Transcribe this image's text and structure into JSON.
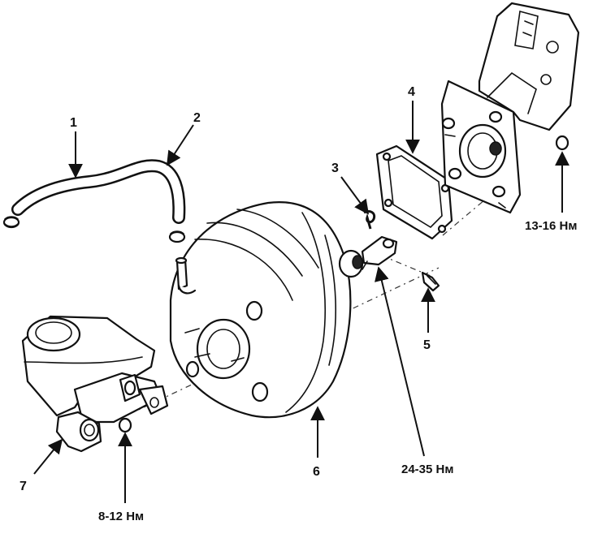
{
  "callouts": {
    "c1": "1",
    "c2": "2",
    "c3": "3",
    "c4": "4",
    "c5": "5",
    "c6": "6",
    "c7": "7"
  },
  "torques": {
    "t_nut_bracket": "13-16 Нм",
    "t_clevis": "24-35 Нм",
    "t_master_cylinder": "8-12 Нм"
  },
  "colors": {
    "line": "#111111",
    "background": "#ffffff"
  }
}
